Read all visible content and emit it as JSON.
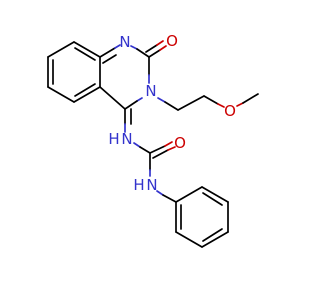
{
  "molecule": {
    "atoms": {
      "n1": {
        "symbol": "N",
        "color": "#3333cc"
      },
      "o_carbonyl_ring": {
        "symbol": "O",
        "color": "#cc0000"
      },
      "n3": {
        "symbol": "N",
        "color": "#3333cc"
      },
      "o_ether": {
        "symbol": "O",
        "color": "#cc0000"
      },
      "nh_upper": {
        "symbol": "N",
        "hydrogen": "H",
        "color": "#3333cc"
      },
      "o_urea": {
        "symbol": "O",
        "color": "#cc0000"
      },
      "nh_lower": {
        "symbol": "N",
        "hydrogen": "H",
        "color": "#3333cc"
      }
    }
  }
}
